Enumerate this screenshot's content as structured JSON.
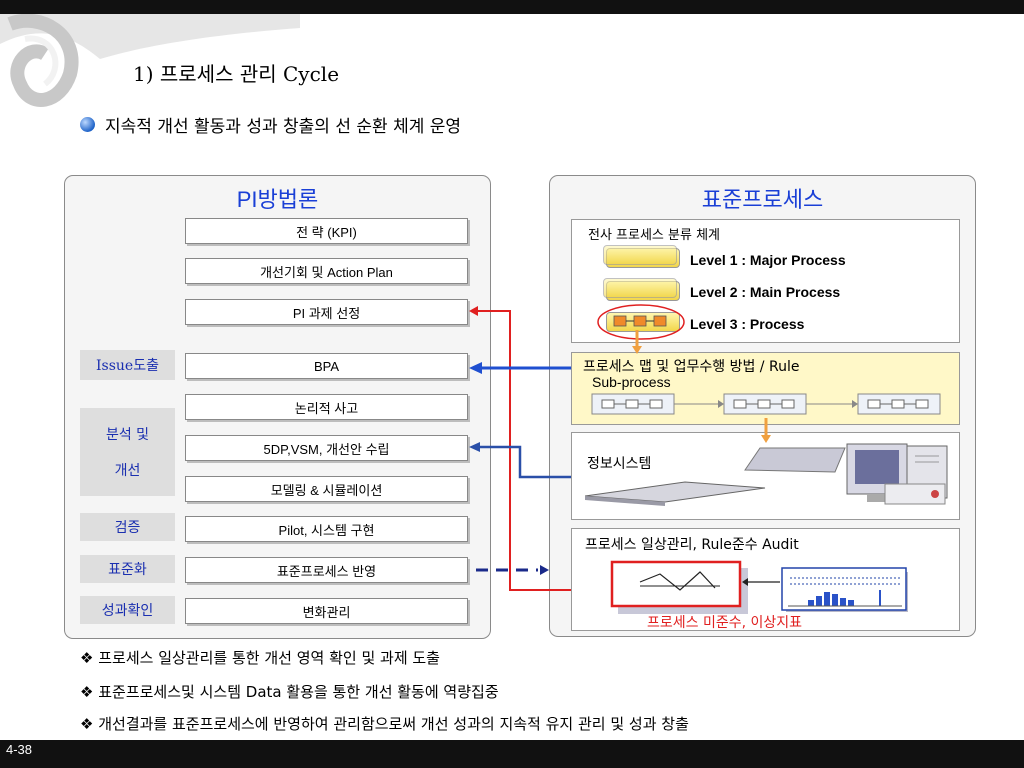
{
  "slide": {
    "title": "1) 프로세스 관리 Cycle",
    "subtitle": "지속적 개선 활동과 성과 창출의 선 순환 체계 운영",
    "page_number": "4-38"
  },
  "left_panel": {
    "title": "PI방법론",
    "steps": [
      "전 략 (KPI)",
      "개선기회 및 Action Plan",
      "PI 과제 선정",
      "BPA",
      "논리적 사고",
      "5DP,VSM, 개선안 수립",
      "모델링 & 시뮬레이션",
      "Pilot, 시스템 구현",
      "표준프로세스 반영",
      "변화관리"
    ],
    "side_labels": {
      "issue": "Issue도출",
      "analysis_line1": "분석 및",
      "analysis_line2": "개선",
      "verify": "검증",
      "standardize": "표준화",
      "result": "성과확인"
    }
  },
  "right_panel": {
    "title": "표준프로세스",
    "classification": {
      "heading": "전사 프로세스 분류 체계",
      "levels": [
        "Level 1 : Major Process",
        "Level 2 : Main Process",
        "Level 3 : Process"
      ]
    },
    "process_map": {
      "line1": "프로세스 맵 및 업무수행 방법 / Rule",
      "line2": "Sub-process"
    },
    "info_system": {
      "label": "정보시스템"
    },
    "audit": {
      "heading": "프로세스 일상관리, Rule준수 Audit",
      "warning": "프로세스 미준수,  이상지표"
    }
  },
  "notes": [
    "프로세스 일상관리를 통한 개선 영역 확인 및 과제 도출",
    "표준프로세스및 시스템 Data 활용을 통한  개선 활동에 역량집중",
    "개선결과를 표준프로세스에 반영하여 관리함으로써 개선 성과의 지속적 유지 관리 및 성과 창출"
  ],
  "note_marker": "❖",
  "colors": {
    "title_blue": "#1a3fd6",
    "arrow_red": "#e02020",
    "arrow_blue": "#1f4fd0",
    "arrow_orange": "#f0a040",
    "process_map_bg": "#fff8c8"
  }
}
